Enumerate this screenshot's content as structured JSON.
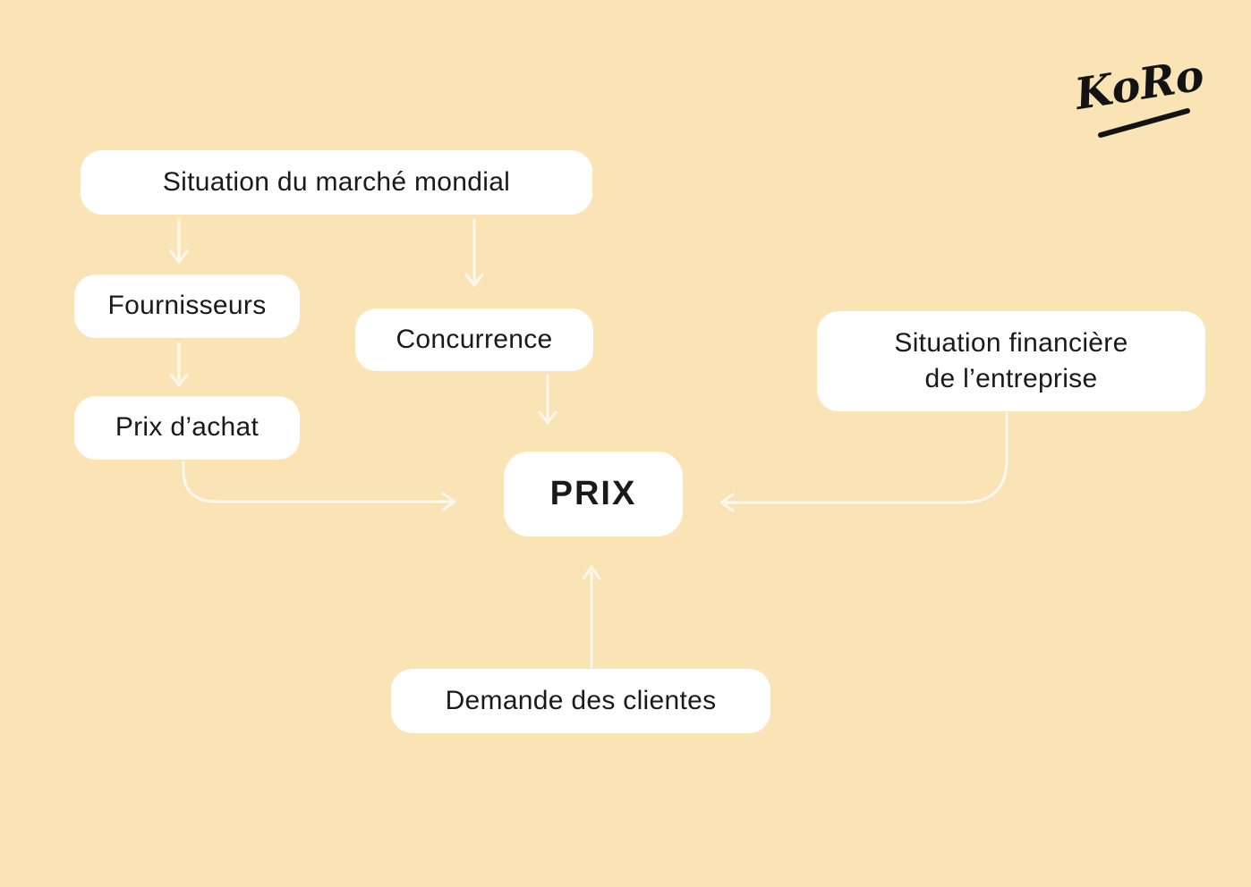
{
  "colors": {
    "bg": "#FAE3B4",
    "box": "#FFFFFF",
    "text": "#1A1A1A",
    "arrow": "#FCF8EE",
    "logo": "#131313"
  },
  "logo": {
    "text": "KoRo"
  },
  "nodes": {
    "market": {
      "label": "Situation du marché mondial"
    },
    "suppliers": {
      "label": "Fournisseurs"
    },
    "purchase": {
      "label": "Prix d’achat"
    },
    "competition": {
      "label": "Concurrence"
    },
    "financial": {
      "line1": "Situation financière",
      "line2": "de l’entreprise"
    },
    "price": {
      "label": "PRIX"
    },
    "demand": {
      "label": "Demande des clientes"
    }
  },
  "edges": [
    {
      "from": "Situation du marché mondial",
      "to": "Fournisseurs"
    },
    {
      "from": "Situation du marché mondial",
      "to": "Concurrence"
    },
    {
      "from": "Fournisseurs",
      "to": "Prix d’achat"
    },
    {
      "from": "Concurrence",
      "to": "PRIX"
    },
    {
      "from": "Prix d’achat",
      "to": "PRIX"
    },
    {
      "from": "Situation financière de l’entreprise",
      "to": "PRIX"
    },
    {
      "from": "Demande des clientes",
      "to": "PRIX"
    }
  ]
}
